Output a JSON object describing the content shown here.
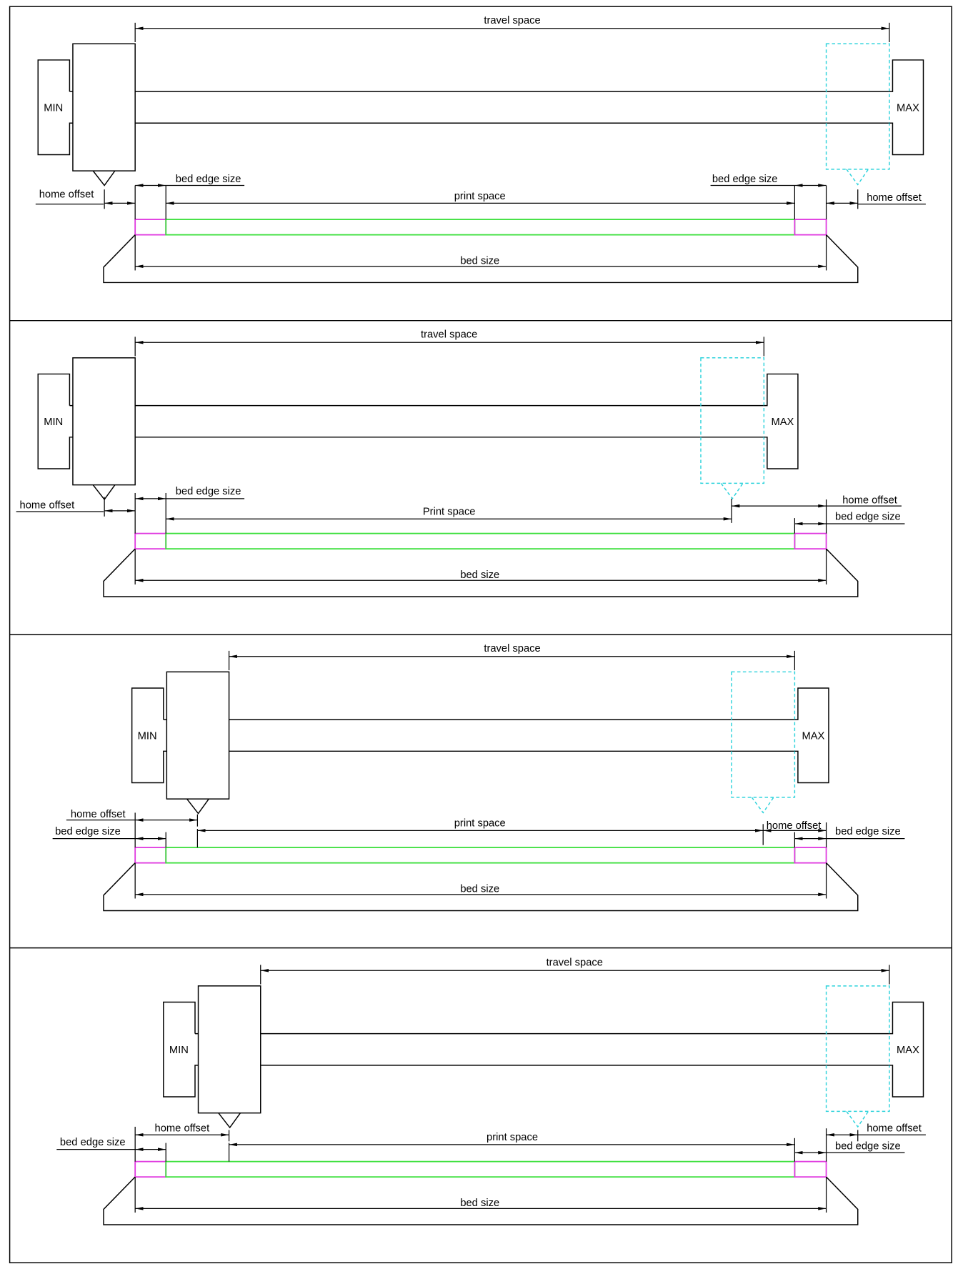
{
  "panels": [
    {
      "travel_space": "travel space",
      "print_space": "print space",
      "bed_size": "bed size",
      "min": "MIN",
      "max": "MAX",
      "home_offset_left": "home offset",
      "home_offset_right": "home offset",
      "bed_edge_left": "bed edge size",
      "bed_edge_right": "bed edge size"
    },
    {
      "travel_space": "travel space",
      "print_space": "Print space",
      "bed_size": "bed size",
      "min": "MIN",
      "max": "MAX",
      "home_offset_left": "home offset",
      "home_offset_right": "home offset",
      "bed_edge_left": "bed edge size",
      "bed_edge_right": "bed edge size"
    },
    {
      "travel_space": "travel space",
      "print_space": "print space",
      "bed_size": "bed size",
      "min": "MIN",
      "max": "MAX",
      "home_offset_left": "home offset",
      "home_offset_right": "home offset",
      "bed_edge_left": "bed edge size",
      "bed_edge_right": "bed edge size"
    },
    {
      "travel_space": "travel space",
      "print_space": "print space",
      "bed_size": "bed size",
      "min": "MIN",
      "max": "MAX",
      "home_offset_left": "home offset",
      "home_offset_right": "home offset",
      "bed_edge_left": "bed edge size",
      "bed_edge_right": "bed edge size"
    }
  ],
  "colors": {
    "bed_edge": "#e03be0",
    "print_area": "#3ee03e",
    "max_position_ghost": "#2fd3dc",
    "lines": "#000000"
  }
}
